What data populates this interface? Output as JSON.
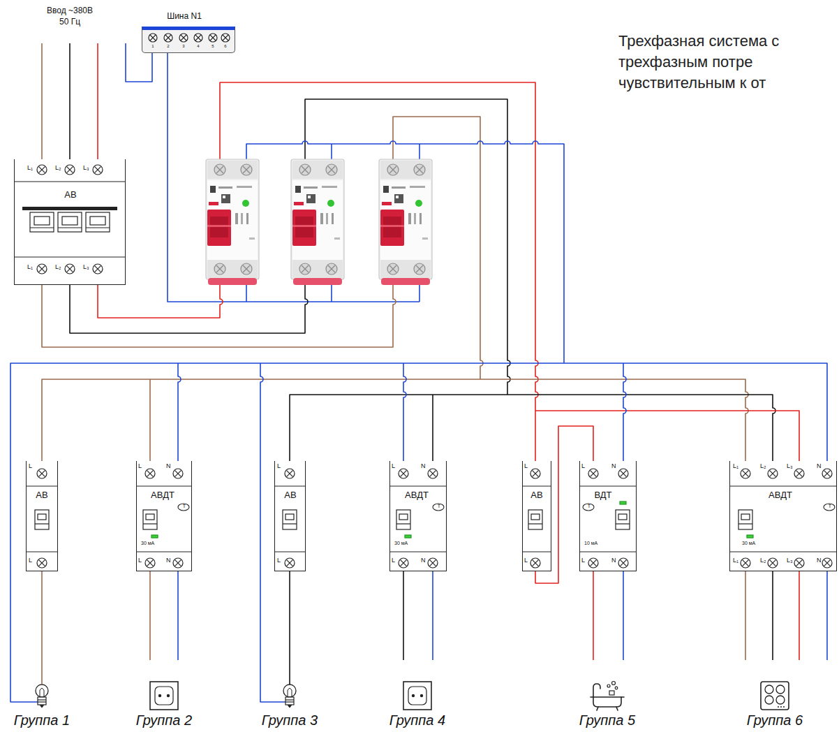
{
  "diagram": {
    "title": "Трехфазная система с трехфазным потре чувствительным к от",
    "nodes": [
      {
        "text": [
          "Шина N1",
          "1",
          "2",
          "3",
          "4",
          "5",
          "6"
        ]
      },
      {
        "text": [
          "L₁",
          "L₂",
          "L₃",
          "АВ",
          "L₁",
          "L₂",
          "L₃"
        ]
      },
      {
        "text": [
          "L",
          "АВ",
          "L"
        ]
      },
      {
        "text": [
          "L",
          "N",
          "АВДТ",
          "Т",
          "30 мА",
          "L",
          "N"
        ]
      },
      {
        "text": [
          "L",
          "АВ",
          "L"
        ]
      },
      {
        "text": [
          "L",
          "N",
          "АВДТ",
          "Т",
          "30 мА",
          "L",
          "N"
        ]
      },
      {
        "text": [
          "L",
          "АВ",
          "L"
        ]
      },
      {
        "text": [
          "L",
          "N",
          "ВДТ",
          "Т",
          "10 мА",
          "L",
          "N"
        ]
      },
      {
        "text": [
          "L₁",
          "L₂",
          "L₃",
          "N",
          "АВДТ",
          "Т",
          "30 мА",
          "L₁",
          "L₂",
          "L₃",
          "N"
        ]
      },
      {
        "text": [
          "Группа 1"
        ]
      },
      {
        "text": [
          "Группа 2"
        ]
      },
      {
        "text": [
          "Группа 3"
        ]
      },
      {
        "text": [
          "Группа 4"
        ]
      },
      {
        "text": [
          "Группа 5"
        ]
      },
      {
        "text": [
          "Группа 6"
        ]
      }
    ],
    "edges": [
      {
        "from": 2,
        "to": 9,
        "arrow": "none"
      },
      {
        "from": 3,
        "to": 10,
        "arrow": "none"
      },
      {
        "from": 3,
        "to": 10,
        "arrow": "none"
      },
      {
        "from": 4,
        "to": 11,
        "arrow": "none"
      },
      {
        "from": 5,
        "to": 12,
        "arrow": "none"
      },
      {
        "from": 5,
        "to": 12,
        "arrow": "none"
      },
      {
        "from": 6,
        "to": 7,
        "arrow": "none"
      },
      {
        "from": 7,
        "to": 13,
        "arrow": "none"
      },
      {
        "from": 7,
        "to": 13,
        "arrow": "none"
      },
      {
        "from": 8,
        "to": 14,
        "arrow": "none"
      },
      {
        "from": 8,
        "to": 14,
        "arrow": "none"
      },
      {
        "from": 8,
        "to": 14,
        "arrow": "none"
      },
      {
        "from": 8,
        "to": 14,
        "arrow": "none"
      }
    ],
    "labels": [
      "Ввод ~380В 50 Гц"
    ]
  }
}
